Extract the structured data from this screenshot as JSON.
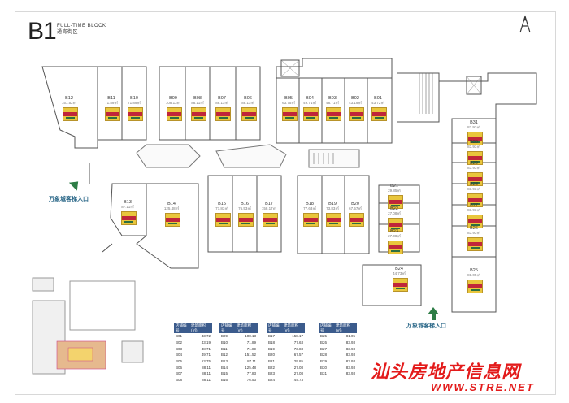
{
  "header": {
    "level": "B1",
    "block_en": "FULL-TIME BLOCK",
    "block_cn": "通宵街区"
  },
  "entrances": {
    "left": "万象城客梯入口",
    "bottom": "万象城客梯入口"
  },
  "units": [
    {
      "id": "B12",
      "area": "151.52㎡"
    },
    {
      "id": "B11",
      "area": "71.89㎡"
    },
    {
      "id": "B10",
      "area": "71.89㎡"
    },
    {
      "id": "B09",
      "area": "108.13㎡"
    },
    {
      "id": "B08",
      "area": "88.11㎡"
    },
    {
      "id": "B07",
      "area": "88.11㎡"
    },
    {
      "id": "B06",
      "area": "88.11㎡"
    },
    {
      "id": "B05",
      "area": "63.75㎡"
    },
    {
      "id": "B04",
      "area": "49.71㎡"
    },
    {
      "id": "B03",
      "area": "48.71㎡"
    },
    {
      "id": "B02",
      "area": "43.19㎡"
    },
    {
      "id": "B01",
      "area": "43.72㎡"
    },
    {
      "id": "B31",
      "area": "83.93㎡"
    },
    {
      "id": "B30",
      "area": "83.93㎡"
    },
    {
      "id": "B29",
      "area": "83.93㎡"
    },
    {
      "id": "B28",
      "area": "83.93㎡"
    },
    {
      "id": "B27",
      "area": "83.93㎡"
    },
    {
      "id": "B26",
      "area": "83.93㎡"
    },
    {
      "id": "B25",
      "area": "81.05㎡"
    },
    {
      "id": "B13",
      "area": "87.11㎡"
    },
    {
      "id": "B14",
      "area": "125.48㎡"
    },
    {
      "id": "B15",
      "area": "77.83㎡"
    },
    {
      "id": "B16",
      "area": "76.53㎡"
    },
    {
      "id": "B17",
      "area": "158.17㎡"
    },
    {
      "id": "B18",
      "area": "77.63㎡"
    },
    {
      "id": "B19",
      "area": "73.83㎡"
    },
    {
      "id": "B20",
      "area": "67.57㎡"
    },
    {
      "id": "B21",
      "area": "29.85㎡"
    },
    {
      "id": "B22",
      "area": "27.08㎡"
    },
    {
      "id": "B23",
      "area": "27.08㎡"
    },
    {
      "id": "B24",
      "area": "44.73㎡"
    }
  ],
  "area_table": {
    "headers": [
      "店铺编号",
      "建筑面积(㎡)"
    ],
    "columns": [
      [
        [
          "B01",
          "43.72"
        ],
        [
          "B02",
          "43.19"
        ],
        [
          "B03",
          "48.71"
        ],
        [
          "B04",
          "49.71"
        ],
        [
          "B05",
          "63.75"
        ],
        [
          "B06",
          "88.11"
        ],
        [
          "B07",
          "88.11"
        ],
        [
          "B08",
          "88.11"
        ]
      ],
      [
        [
          "B09",
          "108.13"
        ],
        [
          "B10",
          "71.89"
        ],
        [
          "B11",
          "71.89"
        ],
        [
          "B12",
          "151.52"
        ],
        [
          "B13",
          "87.11"
        ],
        [
          "B14",
          "125.48"
        ],
        [
          "B15",
          "77.83"
        ],
        [
          "B16",
          "76.53"
        ]
      ],
      [
        [
          "B17",
          "158.17"
        ],
        [
          "B18",
          "77.63"
        ],
        [
          "B19",
          "73.83"
        ],
        [
          "B20",
          "67.57"
        ],
        [
          "B21",
          "29.85"
        ],
        [
          "B22",
          "27.08"
        ],
        [
          "B23",
          "27.08"
        ],
        [
          "B24",
          "44.73"
        ]
      ],
      [
        [
          "B25",
          "81.05"
        ],
        [
          "B26",
          "83.93"
        ],
        [
          "B27",
          "83.93"
        ],
        [
          "B28",
          "83.93"
        ],
        [
          "B29",
          "83.93"
        ],
        [
          "B30",
          "83.93"
        ],
        [
          "B31",
          "83.93"
        ],
        [
          "",
          ""
        ]
      ]
    ]
  },
  "watermark": {
    "line1": "汕头房地产信息网",
    "line2": "WWW.STRE.NET"
  }
}
